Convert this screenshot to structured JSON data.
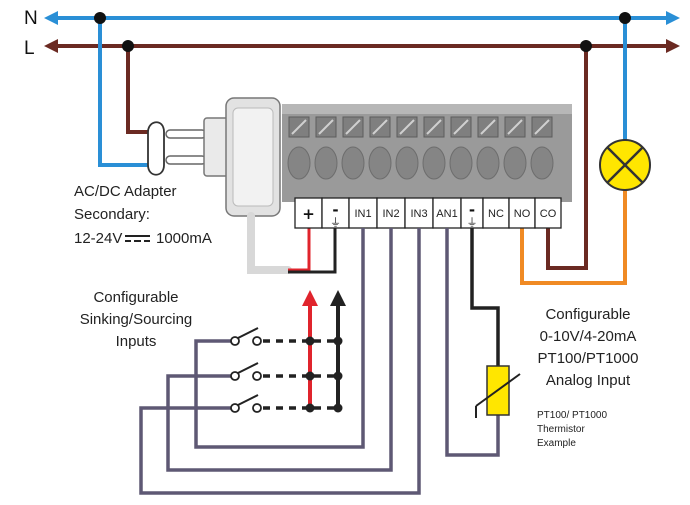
{
  "bus_lines": {
    "neutral_label": "N",
    "live_label": "L",
    "neutral_color": "#2A8FD6",
    "live_color": "#6B2A22"
  },
  "terminal_block": {
    "terminals": [
      "+",
      "-",
      "IN1",
      "IN2",
      "IN3",
      "AN1",
      "-",
      "NC",
      "NO",
      "CO"
    ],
    "ground_symbol": "⏚"
  },
  "adapter": {
    "line1": "AC/DC Adapter",
    "line2": "Secondary:",
    "line3_prefix": "12-24V",
    "line3_suffix": "1000mA"
  },
  "inputs_label": {
    "line1": "Configurable",
    "line2": "Sinking/Sourcing",
    "line3": "Inputs"
  },
  "analog_label": {
    "line1": "Configurable",
    "line2": "0-10V/4-20mA",
    "line3": "PT100/PT1000",
    "line4": "Analog Input"
  },
  "thermistor_label": {
    "line1": "PT100/ PT1000",
    "line2": "Thermistor",
    "line3": "Example"
  },
  "colors": {
    "input_wire": "#5E5874",
    "orange_wire": "#F08A24",
    "red_wire": "#E0242C",
    "black_wire": "#222222",
    "lamp_fill": "#FFE600",
    "thermistor_fill": "#FFE600",
    "terminal_body": "#9A9A9A"
  }
}
